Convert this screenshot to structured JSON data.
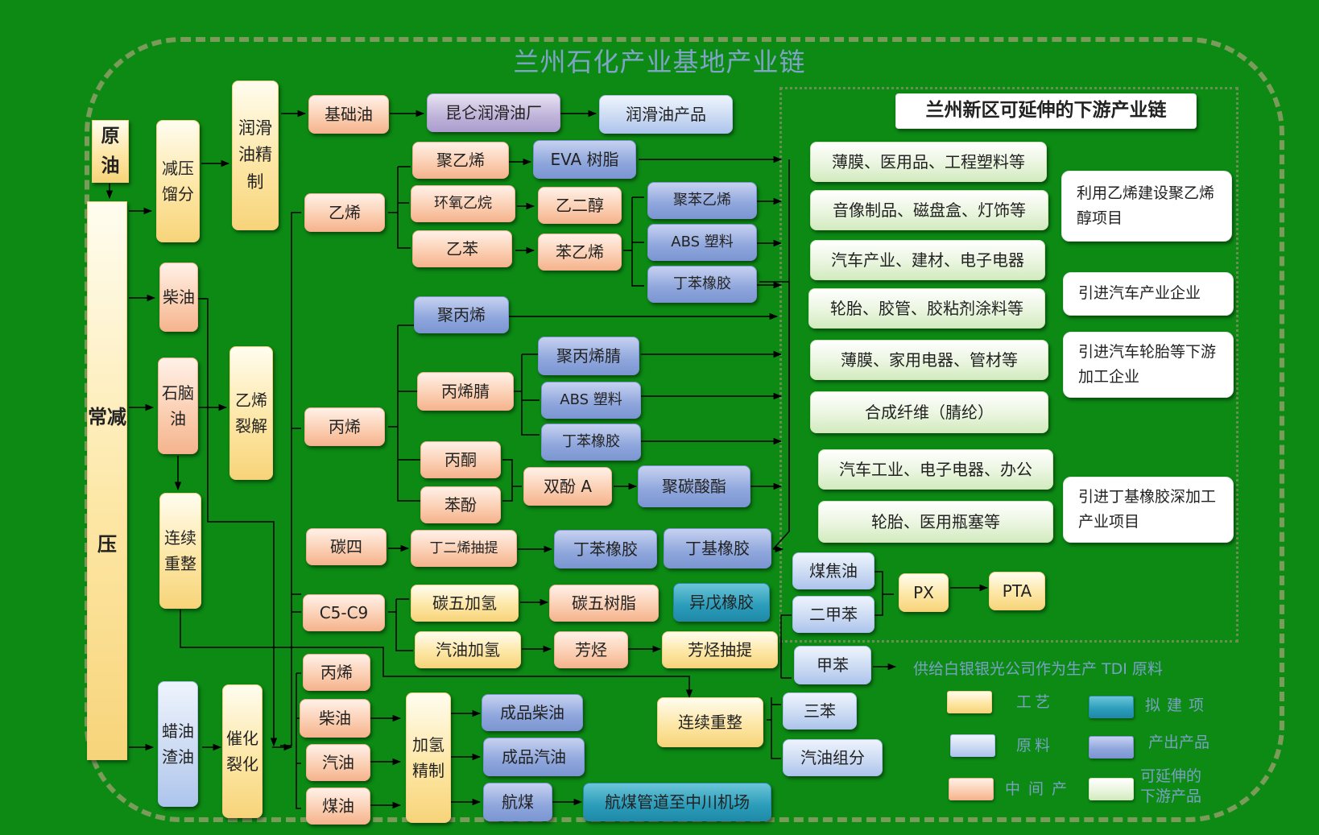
{
  "title": "兰州石化产业基地产业链",
  "subtitle": "兰州新区可延伸的下游产业链",
  "nodes": {
    "crude": "原油",
    "cda": "常减压",
    "vacuum": "减压馏分",
    "lube_refine": "润滑油精制",
    "base_oil": "基础油",
    "kunlun": "昆仑润滑油厂",
    "lube_prod": "润滑油产品",
    "diesel1": "柴油",
    "naphtha": "石脑油",
    "ethylene_crack": "乙烯裂解",
    "cont_reform1": "连续重整",
    "wax": "蜡油渣油",
    "cat_crack": "催化裂化",
    "ethylene": "乙烯",
    "propylene1": "丙烯",
    "c4": "碳四",
    "c5c9": "C5-C9",
    "pe": "聚乙烯",
    "eva": "EVA 树脂",
    "eo": "环氧乙烷",
    "eg": "乙二醇",
    "ebz": "乙苯",
    "styrene": "苯乙烯",
    "ps": "聚苯乙烯",
    "abs1": "ABS 塑料",
    "sbr1": "丁苯橡胶",
    "pp": "聚丙烯",
    "acn": "丙烯腈",
    "pan": "聚丙烯腈",
    "abs2": "ABS 塑料",
    "sbr2": "丁苯橡胶",
    "acetone": "丙酮",
    "phenol": "苯酚",
    "bpa": "双酚 A",
    "pc": "聚碳酸酯",
    "bd_ext": "丁二烯抽提",
    "sbr3": "丁苯橡胶",
    "br": "丁基橡胶",
    "c5h": "碳五加氢",
    "c5r": "碳五树脂",
    "ir": "异戊橡胶",
    "pyh": "汽油加氢",
    "arom": "芳烃",
    "arom_ext": "芳烃抽提",
    "coal_tar": "煤焦油",
    "xylene": "二甲苯",
    "px": "PX",
    "pta": "PTA",
    "toluene": "甲苯",
    "tdi_note": "供给白银银光公司作为生产 TDI 原料",
    "propylene2": "丙烯",
    "diesel2": "柴油",
    "gasoline": "汽油",
    "kerosene": "煤油",
    "hydro": "加氢精制",
    "diesel_prod": "成品柴油",
    "gas_prod": "成品汽油",
    "jet": "航煤",
    "jet_pipe": "航煤管道至中川机场",
    "cont_reform2": "连续重整",
    "trib": "三苯",
    "gas_comp": "汽油组分"
  },
  "downstream": [
    "薄膜、医用品、工程塑料等",
    "音像制品、磁盘盒、灯饰等",
    "汽车产业、建材、电子电器",
    "轮胎、胶管、胶粘剂涂料等",
    "薄膜、家用电器、管材等",
    "合成纤维（腈纶）",
    "汽车工业、电子电器、办公",
    "轮胎、医用瓶塞等"
  ],
  "notes": [
    "利用乙烯建设聚乙烯醇项目",
    "引进汽车产业企业",
    "引进汽车轮胎等下游加工企业",
    "引进丁基橡胶深加工产业项目"
  ],
  "legend": {
    "craft": "工艺",
    "raw": "原料",
    "intermediate": "中间产",
    "planned": "拟建项",
    "product": "产出产品",
    "extend": "可延伸的下游产品"
  },
  "colors": {
    "background": "#0c8a14",
    "arrow": "#000000",
    "frame": "#7a9b5a",
    "title": "#7fa4c8"
  }
}
